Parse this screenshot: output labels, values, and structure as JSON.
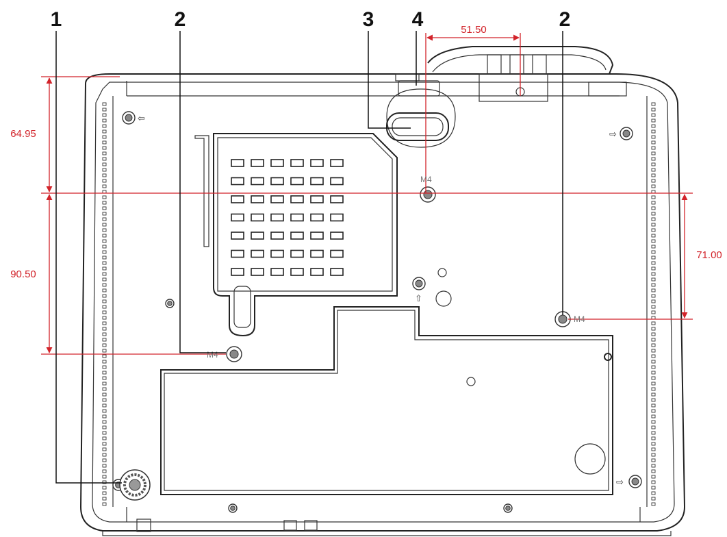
{
  "callouts": [
    {
      "id": "1"
    },
    {
      "id": "2"
    },
    {
      "id": "3"
    },
    {
      "id": "4"
    },
    {
      "id": "2"
    }
  ],
  "dimensions": {
    "top_horizontal": "51.50",
    "left_upper": "64.95",
    "left_lower": "90.50",
    "right": "71.00"
  },
  "screw_labels": {
    "center": "M4",
    "right": "M4",
    "left": "M4"
  },
  "colors": {
    "dimension": "#d2232a",
    "outline": "#222222"
  }
}
